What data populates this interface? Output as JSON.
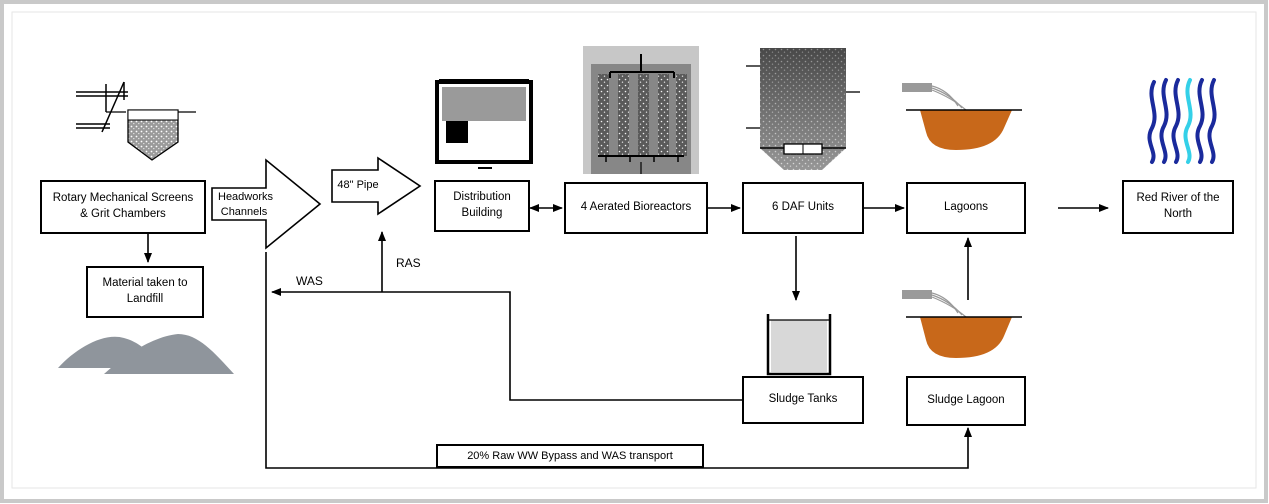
{
  "diagram": {
    "nodes": {
      "screens": "Rotary Mechanical Screens\n& Grit Chambers",
      "landfill": "Material taken to\nLandfill",
      "headworks": "Headworks\nChannels",
      "pipe": "48\" Pipe",
      "distribution": "Distribution\nBuilding",
      "bioreactors": "4 Aerated Bioreactors",
      "daf": "6 DAF Units",
      "lagoons": "Lagoons",
      "river": "Red River of the\nNorth",
      "sludge_tanks": "Sludge Tanks",
      "sludge_lagoon": "Sludge Lagoon",
      "bypass": "20% Raw WW Bypass and WAS transport"
    },
    "labels": {
      "ras": "RAS",
      "was": "WAS"
    },
    "colors": {
      "lagoon_fill": "#c8681a",
      "bioreactor_fill": "#8c8c8c",
      "tank_fill": "#d8d8d8",
      "mound_fill": "#8f959c",
      "river_dark": "#1a2a9c",
      "river_light": "#34d0e8"
    }
  }
}
